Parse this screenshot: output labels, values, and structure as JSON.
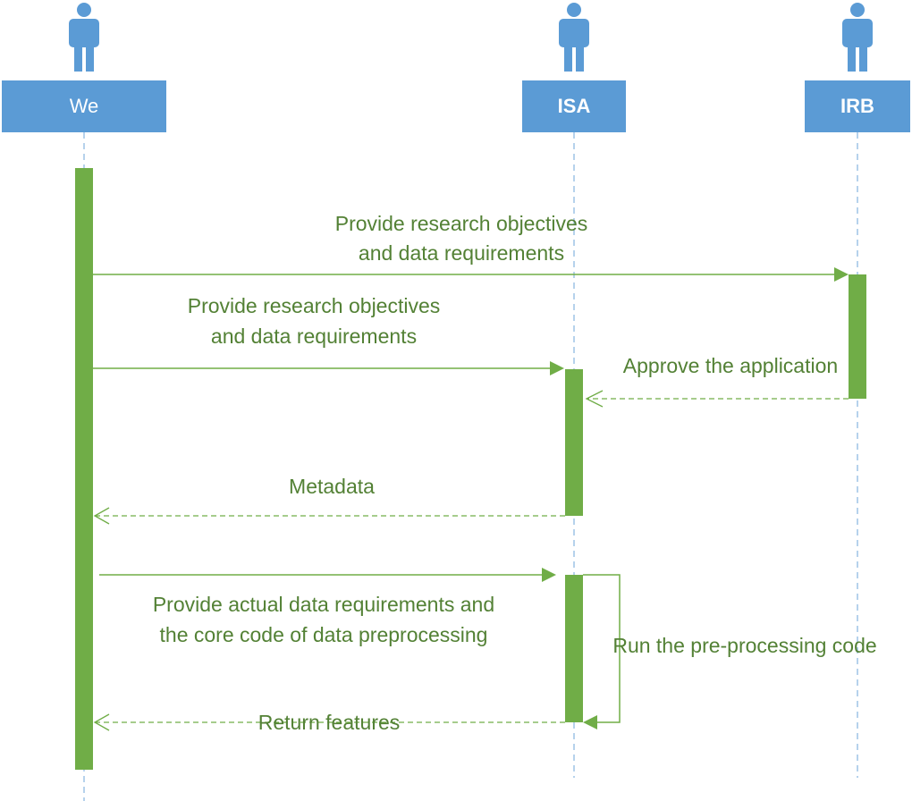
{
  "actors": [
    {
      "label": "We"
    },
    {
      "label": "ISA"
    },
    {
      "label": "IRB"
    }
  ],
  "messages": {
    "we_to_irb": [
      "Provide research objectives",
      "and data requirements"
    ],
    "we_to_isa": [
      "Provide research objectives",
      "and data requirements"
    ],
    "irb_to_isa": "Approve the application",
    "isa_to_we_metadata": "Metadata",
    "we_to_isa_code": [
      "Provide actual data requirements and",
      "the core code of data preprocessing"
    ],
    "isa_self": "Run the pre-processing code",
    "isa_to_we_features": "Return features"
  },
  "colors": {
    "actor_fill": "#5b9bd5",
    "lifeline": "#9dc3e6",
    "activation": "#70ad47",
    "message_text": "#538135"
  }
}
